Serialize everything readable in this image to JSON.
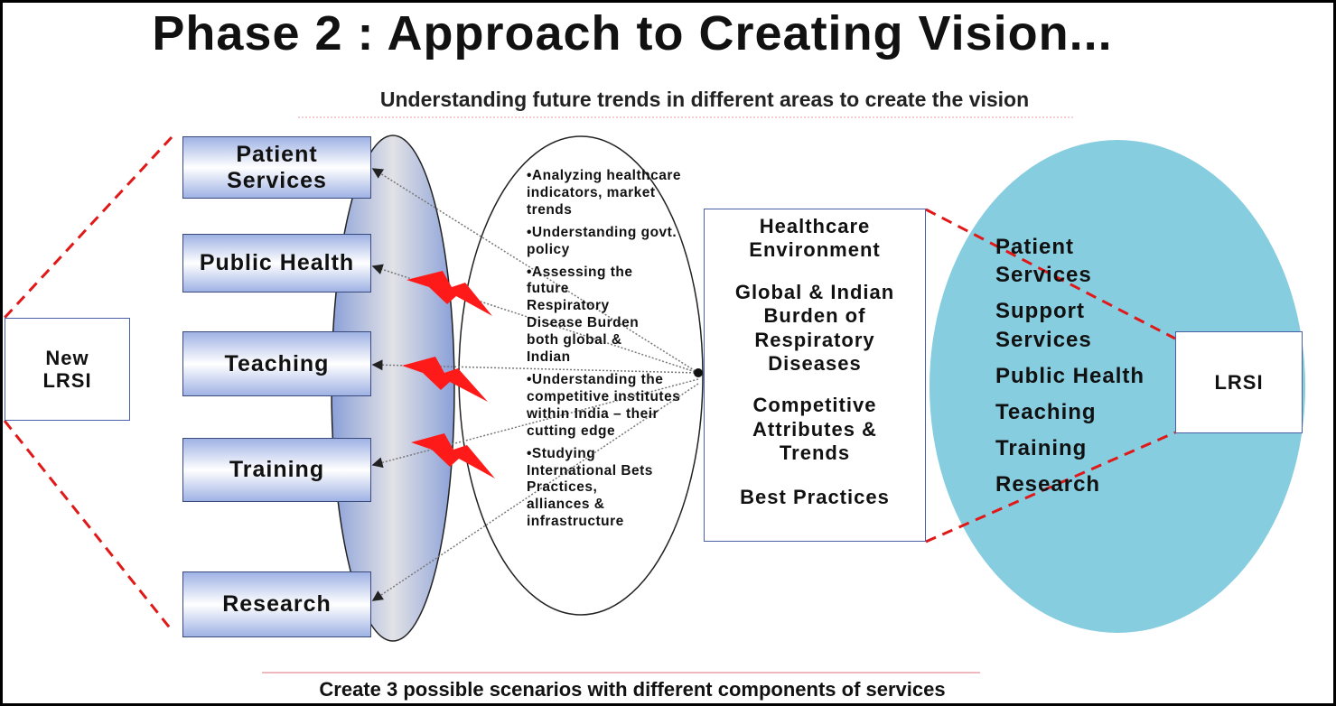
{
  "title": "Phase 2 : Approach to Creating Vision...",
  "subtitle": "Understanding future trends in different areas  to create the vision",
  "footer": "Create  3 possible  scenarios with different components of services",
  "left_box": "New LRSI",
  "services": [
    "Patient Services",
    "Public Health",
    "Teaching",
    "Training",
    "Research"
  ],
  "activities": [
    "•Analyzing healthcare indicators, market trends",
    "•Understanding govt. policy",
    "•Assessing the future Respiratory Disease Burden both global & Indian",
    "•Understanding the competitive institutes within India – their cutting edge",
    "•Studying International Bets Practices, alliances & infrastructure"
  ],
  "areas": [
    "Healthcare Environment",
    "Global & Indian Burden of Respiratory Diseases",
    "Competitive Attributes & Trends",
    "Best Practices"
  ],
  "vision_items": [
    "Patient Services",
    "Support Services",
    "Public Health",
    "Teaching",
    "Training",
    "Research"
  ],
  "right_box": "LRSI",
  "colors": {
    "vision_ellipse": "#87cde0",
    "dash_red": "#e01818",
    "bolt": "#ff1a1a"
  }
}
